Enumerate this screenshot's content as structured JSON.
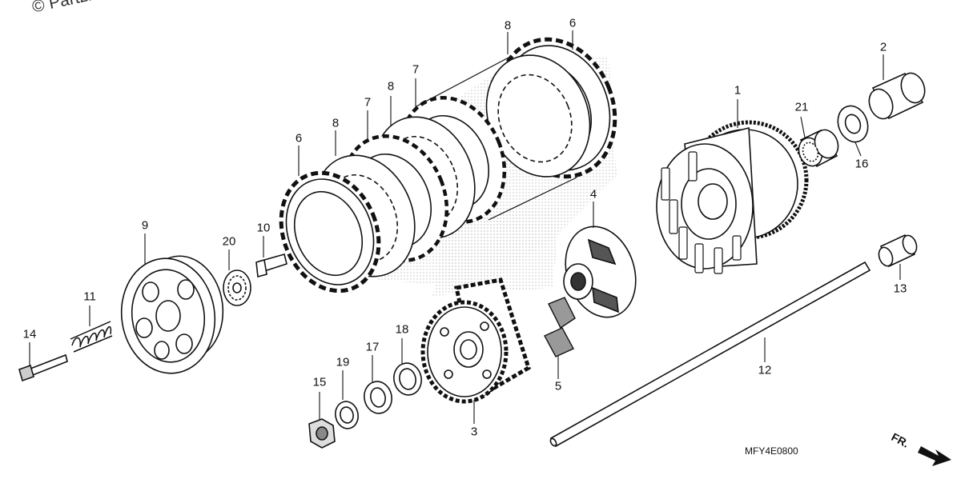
{
  "watermark": "© Partzilla",
  "diagram_code": "MFY4E0800",
  "direction_label": "FR.",
  "parts": [
    {
      "key": "p1",
      "label": "1"
    },
    {
      "key": "p2",
      "label": "2"
    },
    {
      "key": "p3",
      "label": "3"
    },
    {
      "key": "p4",
      "label": "4"
    },
    {
      "key": "p5",
      "label": "5"
    },
    {
      "key": "p6a",
      "label": "6"
    },
    {
      "key": "p6b",
      "label": "6"
    },
    {
      "key": "p7a",
      "label": "7"
    },
    {
      "key": "p7b",
      "label": "7"
    },
    {
      "key": "p8a",
      "label": "8"
    },
    {
      "key": "p8b",
      "label": "8"
    },
    {
      "key": "p8c",
      "label": "8"
    },
    {
      "key": "p9",
      "label": "9"
    },
    {
      "key": "p10",
      "label": "10"
    },
    {
      "key": "p11",
      "label": "11"
    },
    {
      "key": "p12",
      "label": "12"
    },
    {
      "key": "p13",
      "label": "13"
    },
    {
      "key": "p14",
      "label": "14"
    },
    {
      "key": "p15",
      "label": "15"
    },
    {
      "key": "p16",
      "label": "16"
    },
    {
      "key": "p17",
      "label": "17"
    },
    {
      "key": "p18",
      "label": "18"
    },
    {
      "key": "p19",
      "label": "19"
    },
    {
      "key": "p20",
      "label": "20"
    },
    {
      "key": "p21",
      "label": "21"
    }
  ]
}
